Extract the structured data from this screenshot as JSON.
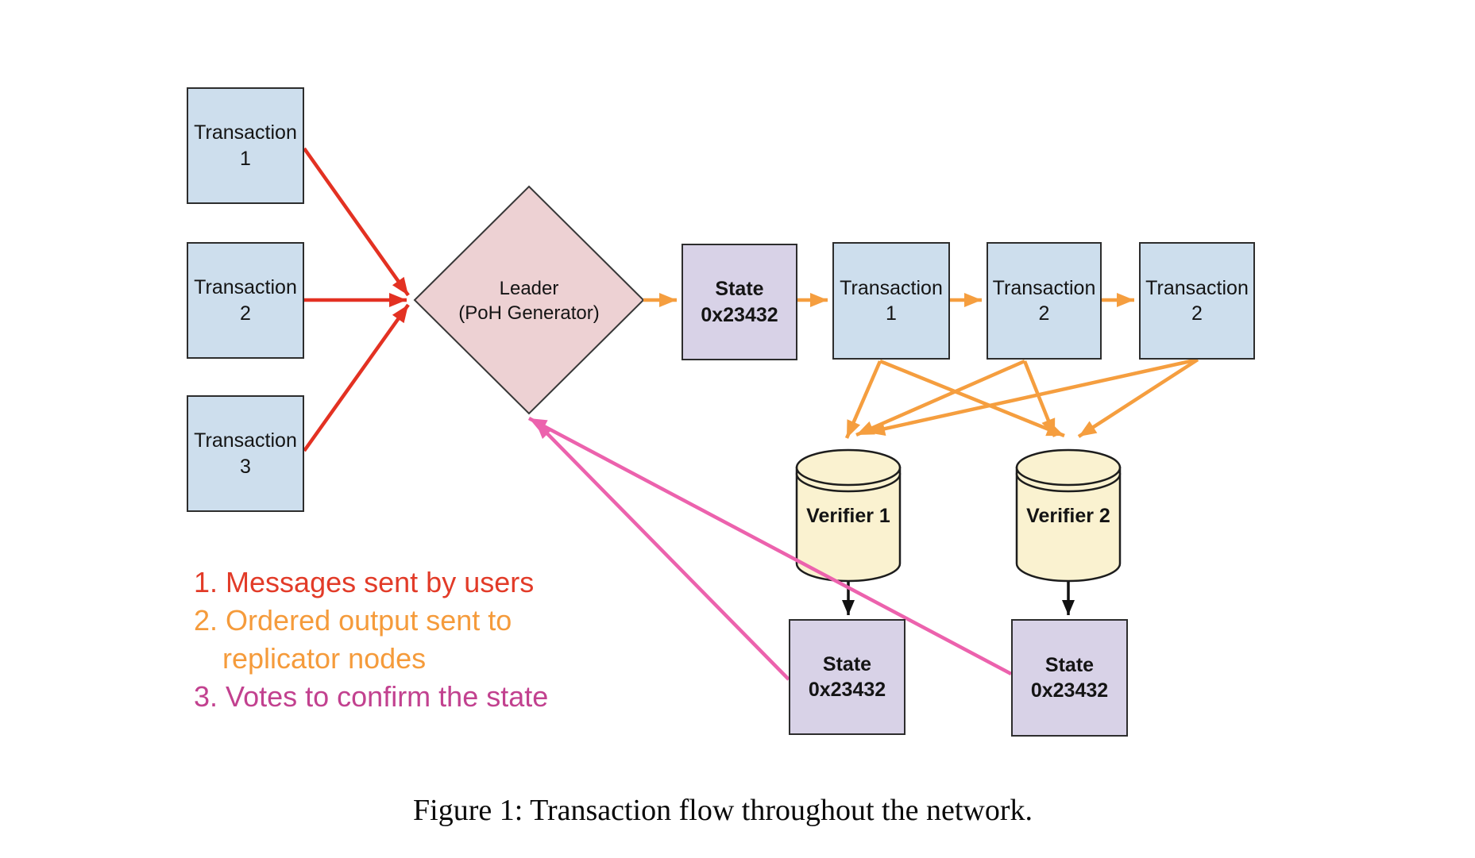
{
  "figure": {
    "caption": "Figure 1: Transaction flow throughout the network."
  },
  "nodes": {
    "user_transactions": [
      {
        "line1": "Transaction",
        "line2": "1"
      },
      {
        "line1": "Transaction",
        "line2": "2"
      },
      {
        "line1": "Transaction",
        "line2": "3"
      }
    ],
    "leader": {
      "line1": "Leader",
      "line2": "(PoH Generator)"
    },
    "output_state": {
      "line1": "State",
      "line2": "0x23432"
    },
    "ledger_entries": [
      {
        "line1": "Transaction",
        "line2": "1"
      },
      {
        "line1": "Transaction",
        "line2": "2"
      },
      {
        "line1": "Transaction",
        "line2": "2"
      }
    ],
    "verifiers": [
      {
        "label": "Verifier 1"
      },
      {
        "label": "Verifier 2"
      }
    ],
    "verifier_states": [
      {
        "line1": "State",
        "line2": "0x23432"
      },
      {
        "line1": "State",
        "line2": "0x23432"
      }
    ]
  },
  "legend": {
    "items": [
      {
        "number": "1.",
        "text": "Messages sent by users",
        "color": "#e23b28"
      },
      {
        "number": "2.",
        "text": "Ordered output sent to replicator nodes",
        "color": "#f59b3b"
      },
      {
        "number": "3.",
        "text": "Votes to confirm the state",
        "color": "#c2418f"
      }
    ]
  },
  "colors": {
    "red_arrow": "#e33122",
    "orange_arrow": "#f59e3f",
    "pink_arrow": "#ec62ad",
    "black_arrow": "#111111",
    "transaction_fill": "#cddeed",
    "leader_fill": "#edd1d3",
    "state_fill": "#d8d2e7",
    "verifier_fill": "#faf2d0",
    "border": "#2d2d2d"
  }
}
